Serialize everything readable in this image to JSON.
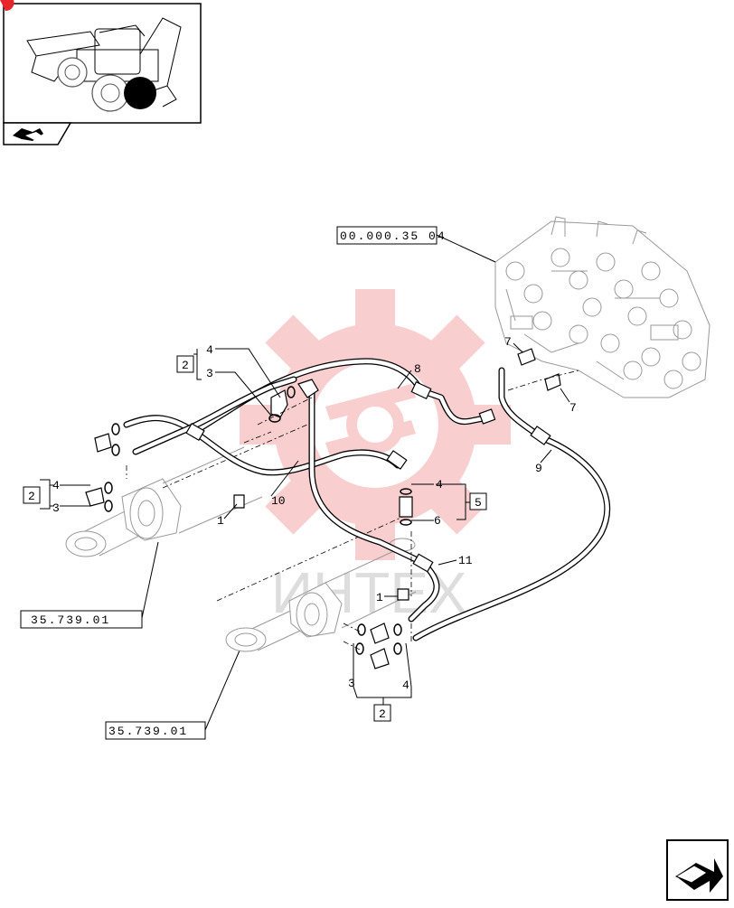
{
  "watermark": {
    "text": "ИНТЕХ",
    "color": "#e8262a"
  },
  "callouts": {
    "p1a": "1",
    "p1b": "1",
    "p2a": "2",
    "p2b": "2",
    "p2c": "2",
    "p3a": "3",
    "p3b": "3",
    "p3c": "3",
    "p4a": "4",
    "p4b": "4",
    "p4c": "4",
    "p4d": "4",
    "p5": "5",
    "p6": "6",
    "p7a": "7",
    "p7b": "7",
    "p8": "8",
    "p9": "9",
    "p10": "10",
    "p11": "11"
  },
  "references": {
    "valve": "00.000.35 04",
    "cyl_upper": "35.739.01",
    "cyl_lower": "35.739.01"
  },
  "icons": {
    "thumbnail": "backhoe-loader-thumbnail",
    "nav": "next-page-arrow-icon"
  }
}
